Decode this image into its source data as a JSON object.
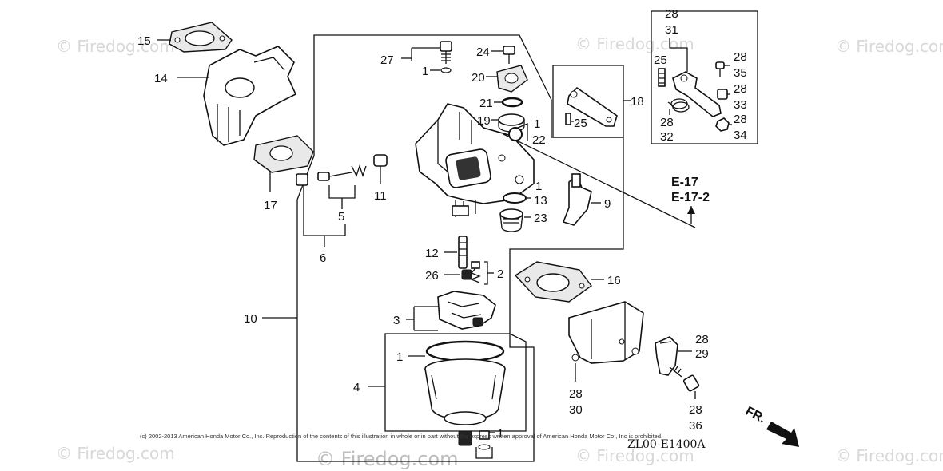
{
  "watermarks": {
    "brand": "© Firedog.com",
    "bottom": "© Firedog.com"
  },
  "callouts": {
    "c15": "15",
    "c14": "14",
    "c17": "17",
    "c5": "5",
    "c6": "6",
    "c11": "11",
    "c27": "27",
    "c1a": "1",
    "c24": "24",
    "c20": "20",
    "c21": "21",
    "c19": "19",
    "c1b": "1",
    "c22": "22",
    "c18": "18",
    "c25a": "25",
    "c1c": "1",
    "c13": "13",
    "c23": "23",
    "c9": "9",
    "c12": "12",
    "c26": "26",
    "c2": "2",
    "c16": "16",
    "c3": "3",
    "c10": "10",
    "c1d": "1",
    "c4": "4",
    "c1e": "1",
    "c28a": "28",
    "c30": "30",
    "c28b": "28",
    "c29": "29",
    "c28c": "28",
    "c36": "36",
    "i28a": "28",
    "i31": "31",
    "i25": "25",
    "i28b": "28",
    "i35": "35",
    "i28c": "28",
    "i33": "33",
    "i28d": "28",
    "i32": "32",
    "i28e": "28",
    "i34": "34"
  },
  "refs": {
    "e17": "E-17",
    "e172": "E-17-2"
  },
  "diagram_code": "ZL00-E1400A",
  "direction_label": "FR.",
  "copyright": "(c) 2002-2013 American Honda Motor Co., Inc. Reproduction of the contents of this illustration in whole or in part without the express written approval of American Honda Motor Co., Inc is prohibited."
}
